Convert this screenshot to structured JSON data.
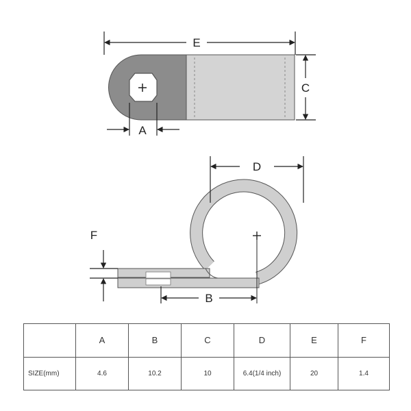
{
  "labels": {
    "A": "A",
    "B": "B",
    "C": "C",
    "D": "D",
    "E": "E",
    "F": "F"
  },
  "table": {
    "corner": "",
    "row_header": "SIZE(mm)",
    "columns": [
      "A",
      "B",
      "C",
      "D",
      "E",
      "F"
    ],
    "values": [
      "4.6",
      "10.2",
      "10",
      "6.4(1/4 inch)",
      "20",
      "1.4"
    ]
  },
  "colors": {
    "clamp_dark": "#8c8c8c",
    "clamp_light": "#d4d4d4",
    "clamp_mid": "#cfcfcf",
    "outline": "#555555",
    "dimension": "#222222"
  }
}
